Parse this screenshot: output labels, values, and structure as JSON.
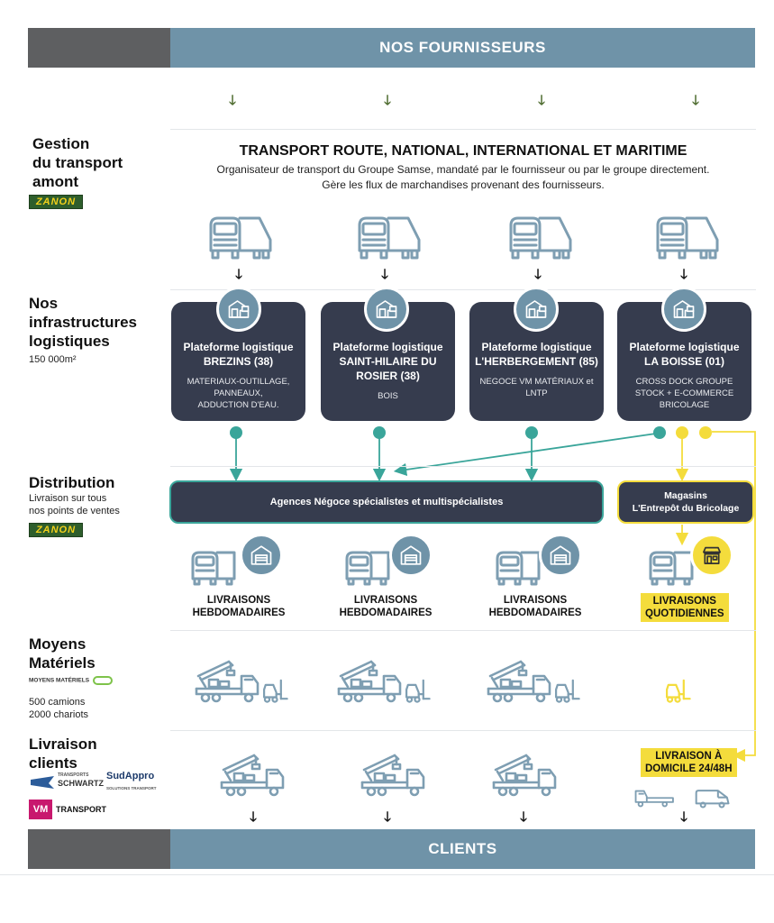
{
  "top_band": {
    "title": "NOS  FOURNISSEURS"
  },
  "bottom_band": {
    "title": "CLIENTS"
  },
  "sections": {
    "transport_amont": {
      "title_lines": [
        "Gestion",
        "du transport",
        "amont"
      ],
      "logo": "ZANON"
    },
    "infrastructures": {
      "title_lines": [
        "Nos",
        "infrastructures",
        "logistiques"
      ],
      "subtitle": "150 000m²"
    },
    "distribution": {
      "title_lines": [
        "Distribution"
      ],
      "subtitle_lines": [
        "Livraison sur tous",
        "nos points de ventes"
      ],
      "logo": "ZANON"
    },
    "moyens": {
      "title_lines": [
        "Moyens",
        "Matériels"
      ],
      "logo": "MOYENS MATÉRIELS",
      "stats": [
        "500 camions",
        "2000 chariots"
      ]
    },
    "livraison_clients": {
      "title_lines": [
        "Livraison",
        "clients"
      ],
      "logos": [
        "TRANSPORTS",
        "SCHWARTZ",
        "SudAppro",
        "SOLUTIONS TRANSPORT",
        "VM",
        "TRANSPORT"
      ]
    }
  },
  "transport": {
    "title": "TRANSPORT ROUTE, NATIONAL, INTERNATIONAL ET MARITIME",
    "line1": "Organisateur de transport du Groupe Samse, mandaté par le fournisseur ou par le groupe directement.",
    "line2": "Gère  les flux de marchandises provenant des fournisseurs."
  },
  "platforms": [
    {
      "name_lines": [
        "Plateforme logistique",
        "BREZINS (38)"
      ],
      "desc_lines": [
        "MATERIAUX-OUTILLAGE,",
        "PANNEAUX,",
        "ADDUCTION D'EAU."
      ]
    },
    {
      "name_lines": [
        "Plateforme logistique",
        "SAINT-HILAIRE DU",
        "ROSIER (38)"
      ],
      "desc_lines": [
        "BOIS"
      ]
    },
    {
      "name_lines": [
        "Plateforme logistique",
        "L'HERBERGEMENT (85)"
      ],
      "desc_lines": [
        "NEGOCE VM MATÉRIAUX et",
        "LNTP"
      ]
    },
    {
      "name_lines": [
        "Plateforme logistique",
        "LA BOISSE (01)"
      ],
      "desc_lines": [
        "CROSS DOCK GROUPE",
        "STOCK + E-COMMERCE",
        "BRICOLAGE"
      ]
    }
  ],
  "distribution_boxes": {
    "agences": "Agences Négoce spécialistes et multispécialistes",
    "magasins_lines": [
      "Magasins",
      "L'Entrepôt du Bricolage"
    ]
  },
  "deliveries": [
    {
      "lines": [
        "LIVRAISONS",
        "HEBDOMADAIRES"
      ],
      "highlight": false
    },
    {
      "lines": [
        "LIVRAISONS",
        "HEBDOMADAIRES"
      ],
      "highlight": false
    },
    {
      "lines": [
        "LIVRAISONS",
        "HEBDOMADAIRES"
      ],
      "highlight": false
    },
    {
      "lines": [
        "LIVRAISONS",
        "QUOTIDIENNES"
      ],
      "highlight": true
    }
  ],
  "home_delivery": {
    "lines": [
      "LIVRAISON À",
      "DOMICILE 24/48H"
    ]
  },
  "colors": {
    "dark_box": "#363c4e",
    "band_blue": "#6f93a8",
    "band_grey": "#5e5f61",
    "teal": "#3aa59a",
    "yellow": "#f4dc3c",
    "icon_blue": "#7e9eb2"
  },
  "icons": [
    "down-arrow-icon",
    "truck-icon",
    "warehouse-icon",
    "shop-icon",
    "crane-truck-icon",
    "forklift-icon",
    "van-icon",
    "flatbed-truck-icon"
  ]
}
